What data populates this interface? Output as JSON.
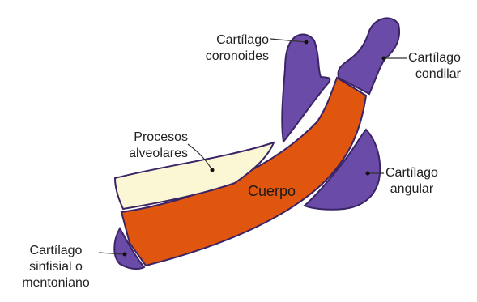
{
  "labels": {
    "coronoides": [
      "Cartílago",
      "coronoides"
    ],
    "condilar": [
      "Cartílago",
      "condilar"
    ],
    "procesos": [
      "Procesos",
      "alveolares"
    ],
    "angular": [
      "Cartílago",
      "angular"
    ],
    "sinfisial": [
      "Cartílago",
      "sinfisial o",
      "mentoniano"
    ],
    "cuerpo": "Cuerpo"
  },
  "colors": {
    "cartilage": "#6b4ba8",
    "body": "#e0560e",
    "alveolar": "#fbf6d4",
    "outline": "#3a2466",
    "leader": "#333333"
  }
}
